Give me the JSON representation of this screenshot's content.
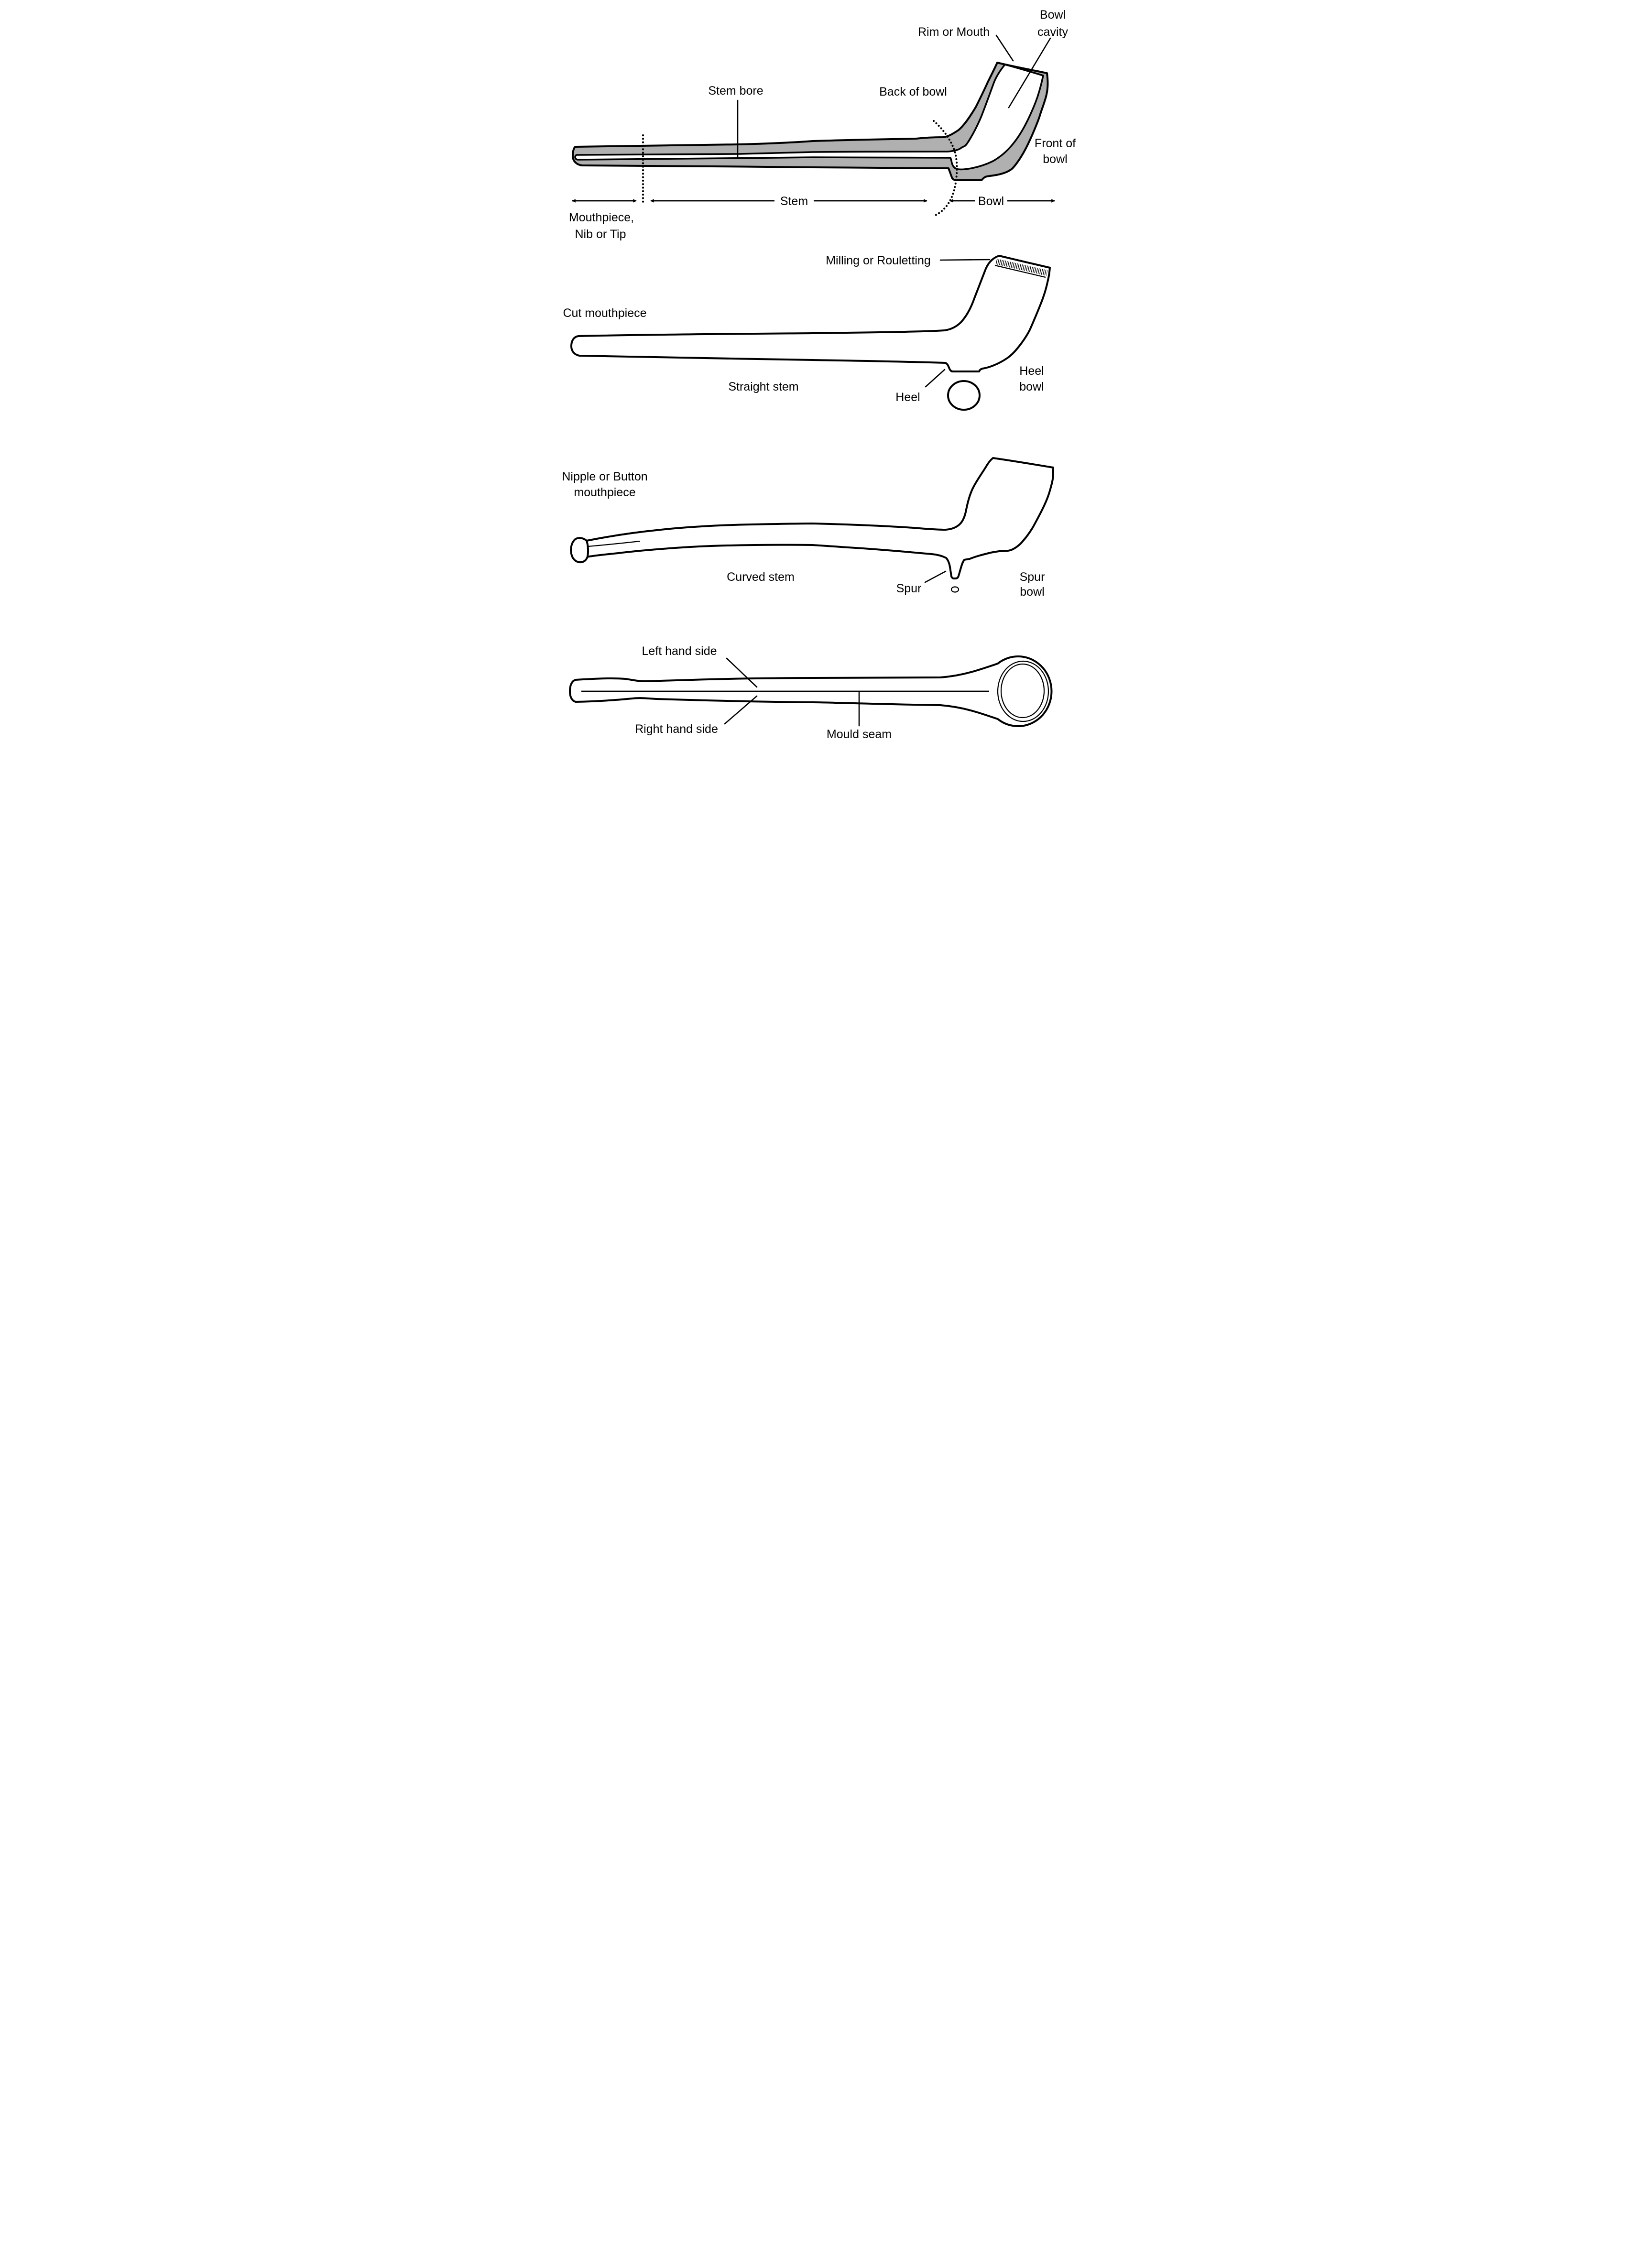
{
  "page": {
    "background": "#ffffff"
  },
  "colors": {
    "ink": "#000000",
    "wall_fill": "#b0b0b0"
  },
  "figure": {
    "cross_section": {
      "rim_or_mouth": "Rim or Mouth",
      "bowl_cavity": [
        "Bowl",
        "cavity"
      ],
      "stem_bore": "Stem bore",
      "back_of_bowl": "Back of bowl",
      "front_of_bowl": [
        "Front of",
        "bowl"
      ],
      "mouthpiece": [
        "Mouthpiece,",
        "Nib or Tip"
      ],
      "stem": "Stem",
      "bowl": "Bowl"
    },
    "heel_pipe": {
      "milling": "Milling or Rouletting",
      "cut_mouthpiece": "Cut mouthpiece",
      "straight_stem": "Straight stem",
      "heel": "Heel",
      "heel_bowl": [
        "Heel",
        "bowl"
      ]
    },
    "spur_pipe": {
      "nipple_mouthpiece": [
        "Nipple or Button",
        "mouthpiece"
      ],
      "curved_stem": "Curved stem",
      "spur": "Spur",
      "spur_bowl": [
        "Spur",
        "bowl"
      ]
    },
    "top_view": {
      "left_hand_side": "Left hand side",
      "right_hand_side": "Right hand side",
      "mould_seam": "Mould seam"
    }
  }
}
